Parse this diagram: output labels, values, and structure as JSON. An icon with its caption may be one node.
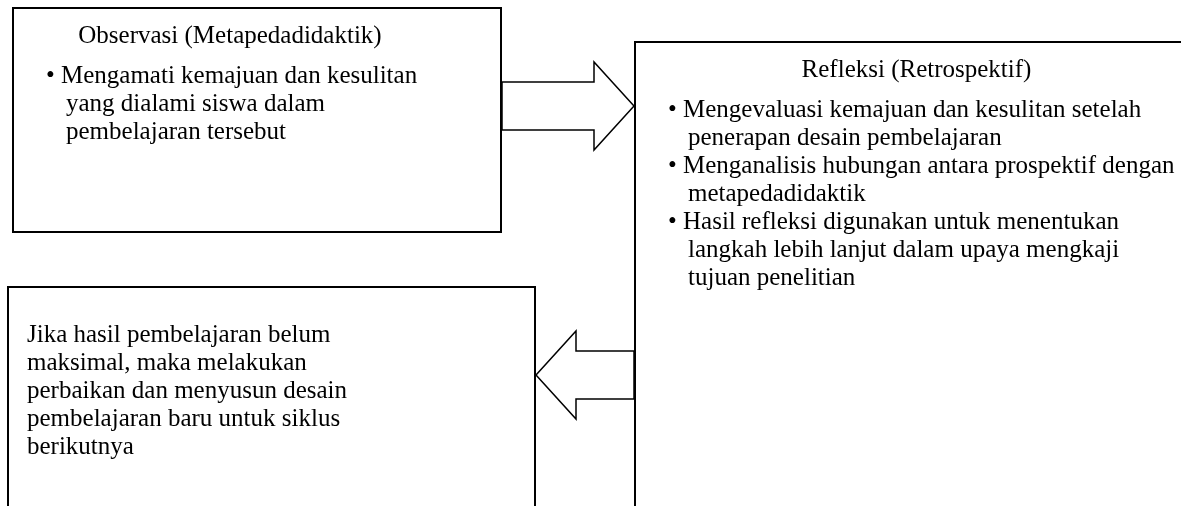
{
  "diagram": {
    "nodes": [
      {
        "text": [
          "Observasi (Metapedadidaktik)",
          "• Mengamati kemajuan dan kesulitan yang dialami siswa dalam pembelajaran tersebut"
        ]
      },
      {
        "text": [
          "Refleksi (Retrospektif)",
          "• Mengevaluasi kemajuan dan kesulitan setelah penerapan desain pembelajaran",
          "• Menganalisis hubungan antara prospektif dengan metapedadidaktik",
          "• Hasil refleksi digunakan untuk menentukan langkah lebih lanjut dalam upaya mengkaji tujuan penelitian"
        ]
      },
      {
        "text": [
          "Jika hasil pembelajaran belum maksimal, maka melakukan perbaikan dan menyusun desain pembelajaran baru untuk siklus berikutnya"
        ]
      }
    ],
    "edges": [
      {
        "from": 0,
        "to": 1,
        "arrow": "to"
      },
      {
        "from": 1,
        "to": 2,
        "arrow": "to"
      }
    ]
  }
}
